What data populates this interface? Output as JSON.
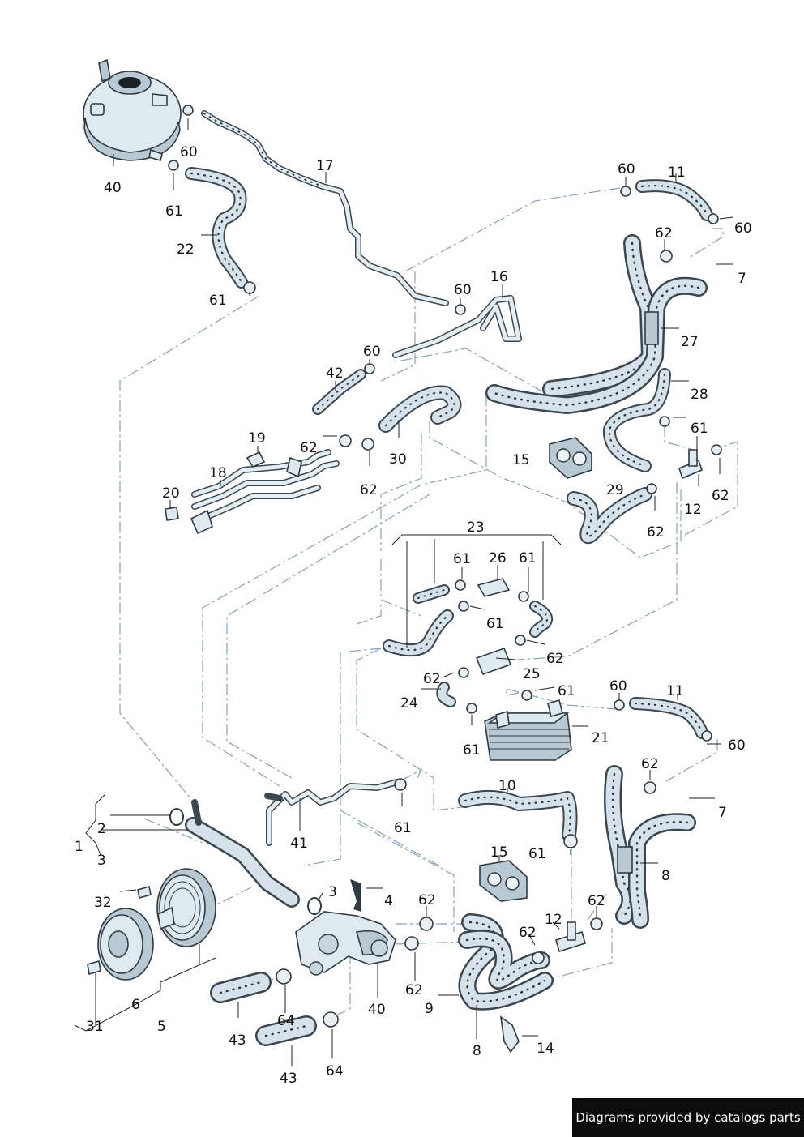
{
  "watermark": "Diagrams provided by catalogs parts",
  "callouts": {
    "c40a": "40",
    "c60a": "60",
    "c61a": "61",
    "c22": "22",
    "c61b": "61",
    "c17": "17",
    "c60b": "60",
    "c16": "16",
    "c42": "42",
    "c60c": "60",
    "c60d": "60",
    "c11a": "11",
    "c60e": "60",
    "c62a": "62",
    "c7a": "7",
    "c27": "27",
    "c28": "28",
    "c61c": "61",
    "c62b": "62",
    "c12a": "12",
    "c15a": "15",
    "c29": "29",
    "c62c": "62",
    "c19": "19",
    "c62d": "62",
    "c30": "30",
    "c62e": "62",
    "c18": "18",
    "c20": "20",
    "c23": "23",
    "c61d": "61",
    "c26": "26",
    "c61e": "61",
    "c61f": "61",
    "c62f": "62",
    "c25": "25",
    "c62g": "62",
    "c24": "24",
    "c61g": "61",
    "c60f": "60",
    "c11b": "11",
    "c61h": "61",
    "c21": "21",
    "c60g": "60",
    "c62h": "62",
    "c7b": "7",
    "c10": "10",
    "c61i": "61",
    "c41": "41",
    "c61j": "61",
    "c2": "2",
    "c1": "1",
    "c3a": "3",
    "c15b": "15",
    "c8a": "8",
    "c3b": "3",
    "c4": "4",
    "c32": "32",
    "c62i": "62",
    "c62j": "62",
    "c12b": "12",
    "c62k": "62",
    "c31": "31",
    "c6": "6",
    "c5": "5",
    "c64a": "64",
    "c43a": "43",
    "c40b": "40",
    "c62l": "62",
    "c9": "9",
    "c8b": "8",
    "c14": "14",
    "c43b": "43",
    "c64b": "64"
  }
}
